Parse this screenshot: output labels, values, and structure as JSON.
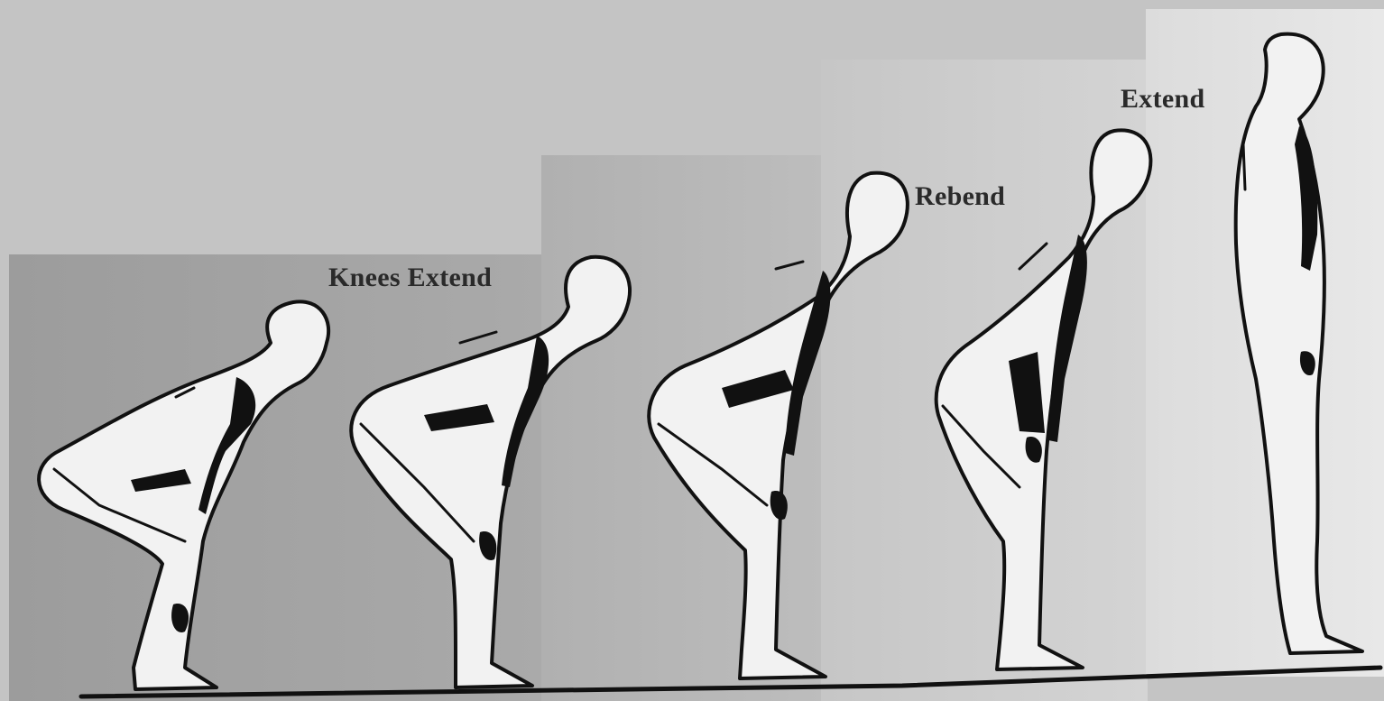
{
  "phases": {
    "knees_extend": "Knees Extend",
    "rebend": "Rebend",
    "extend": "Extend"
  },
  "colors": {
    "background": "#c4c4c4",
    "ink": "#111111",
    "figure_fill": "#f2f2f2"
  }
}
